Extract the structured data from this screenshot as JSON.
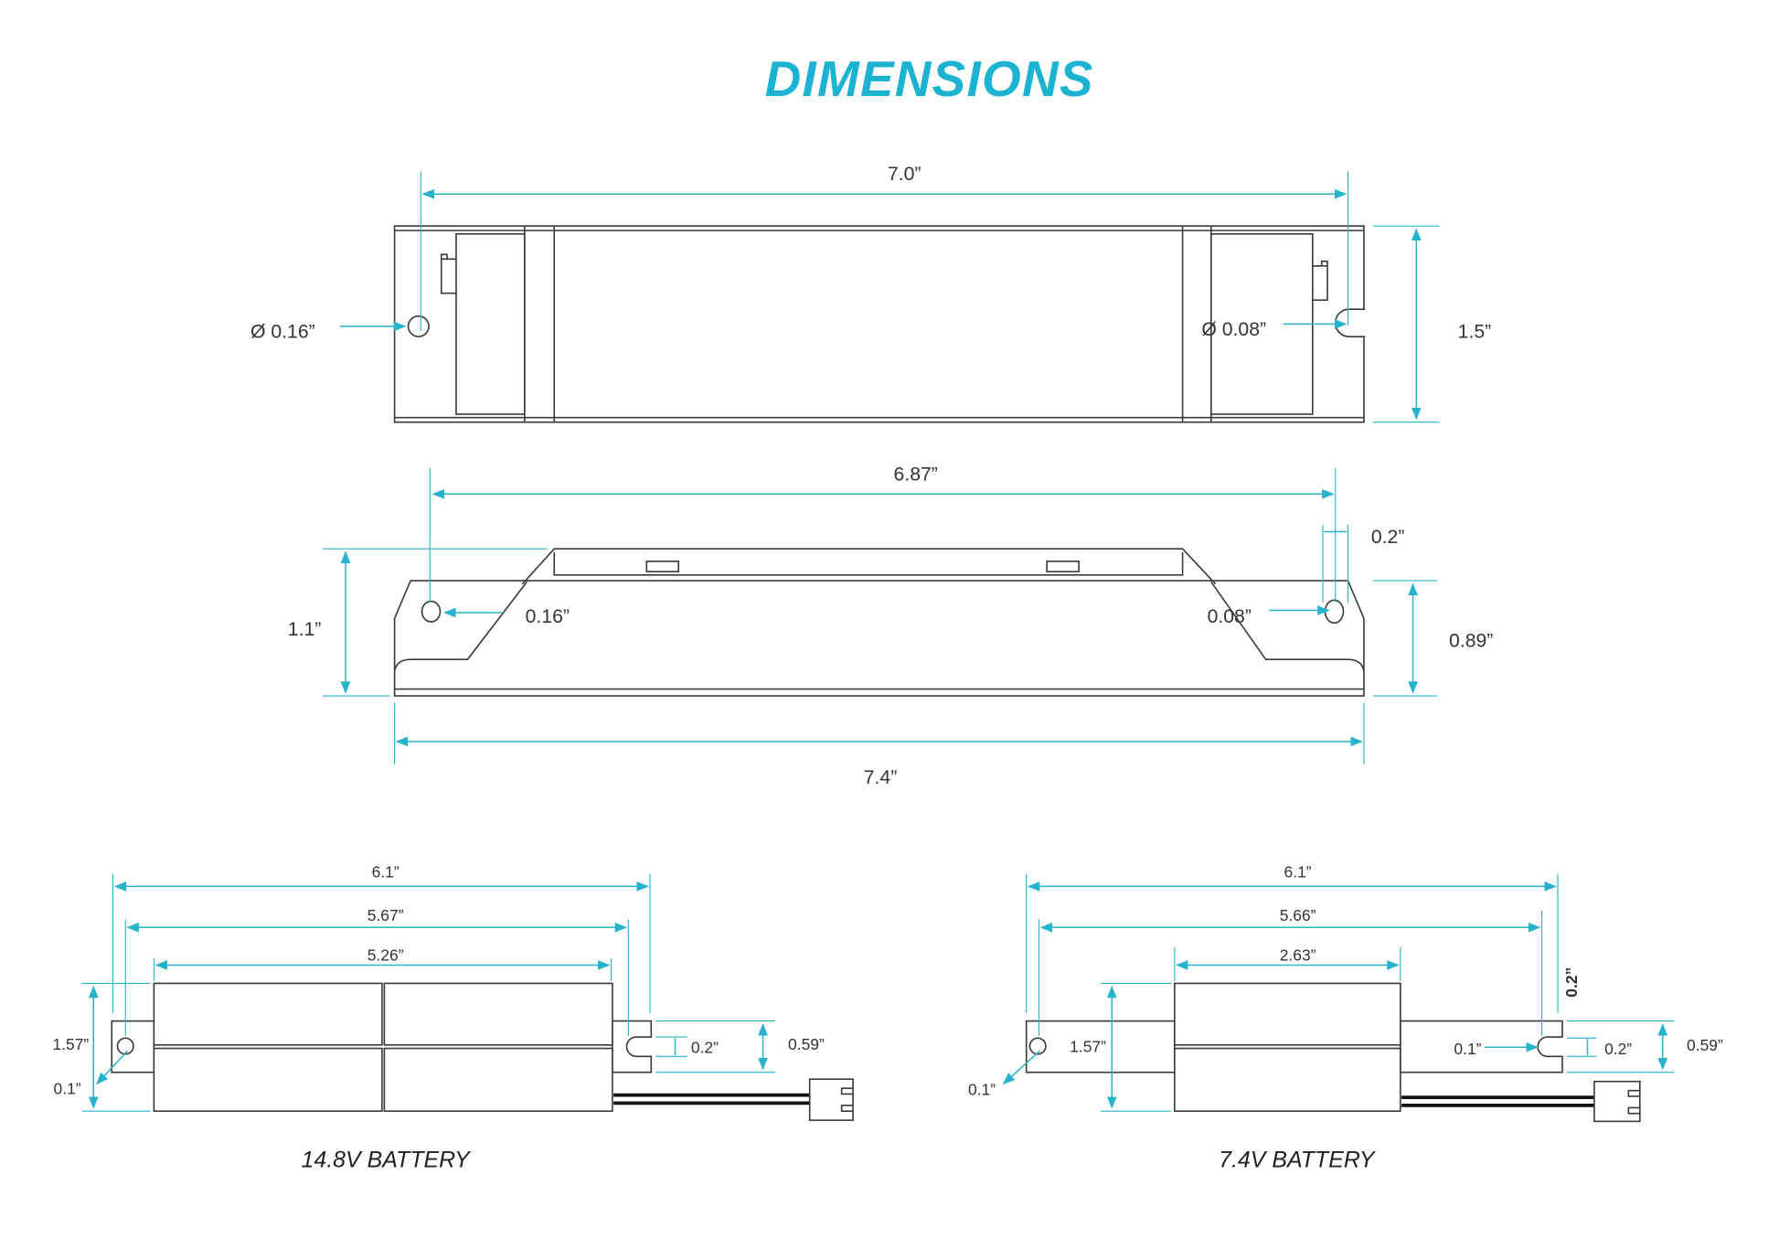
{
  "title": "DIMENSIONS",
  "colors": {
    "accent": "#1bb3d1",
    "dimension_line": "#27b3cc",
    "outline": "#3a3a3a"
  },
  "top_view": {
    "length": "7.0”",
    "hole_left": "Ø 0.16”",
    "hole_right": "Ø 0.08”",
    "height": "1.5”"
  },
  "side_view": {
    "hole_spacing": "6.87”",
    "slot": "0.2”",
    "height": "1.1”",
    "hole_left": "0.16”",
    "hole_right": "0.08”",
    "body_height": "0.89”",
    "length": "7.4”"
  },
  "battery_14_8": {
    "caption": "14.8V BATTERY",
    "overall": "6.1”",
    "hole_spacing": "5.67”",
    "cells": "5.26”",
    "height": "1.57”",
    "hole": "0.1”",
    "slot": "0.2”",
    "tab": "0.59”"
  },
  "battery_7_4": {
    "caption": "7.4V BATTERY",
    "overall": "6.1”",
    "hole_spacing": "5.66”",
    "cells": "2.63”",
    "height": "1.57”",
    "hole": "0.1”",
    "slot_vertical": "0.2”",
    "slot_gap": "0.1”",
    "slot": "0.2”",
    "tab": "0.59”"
  }
}
